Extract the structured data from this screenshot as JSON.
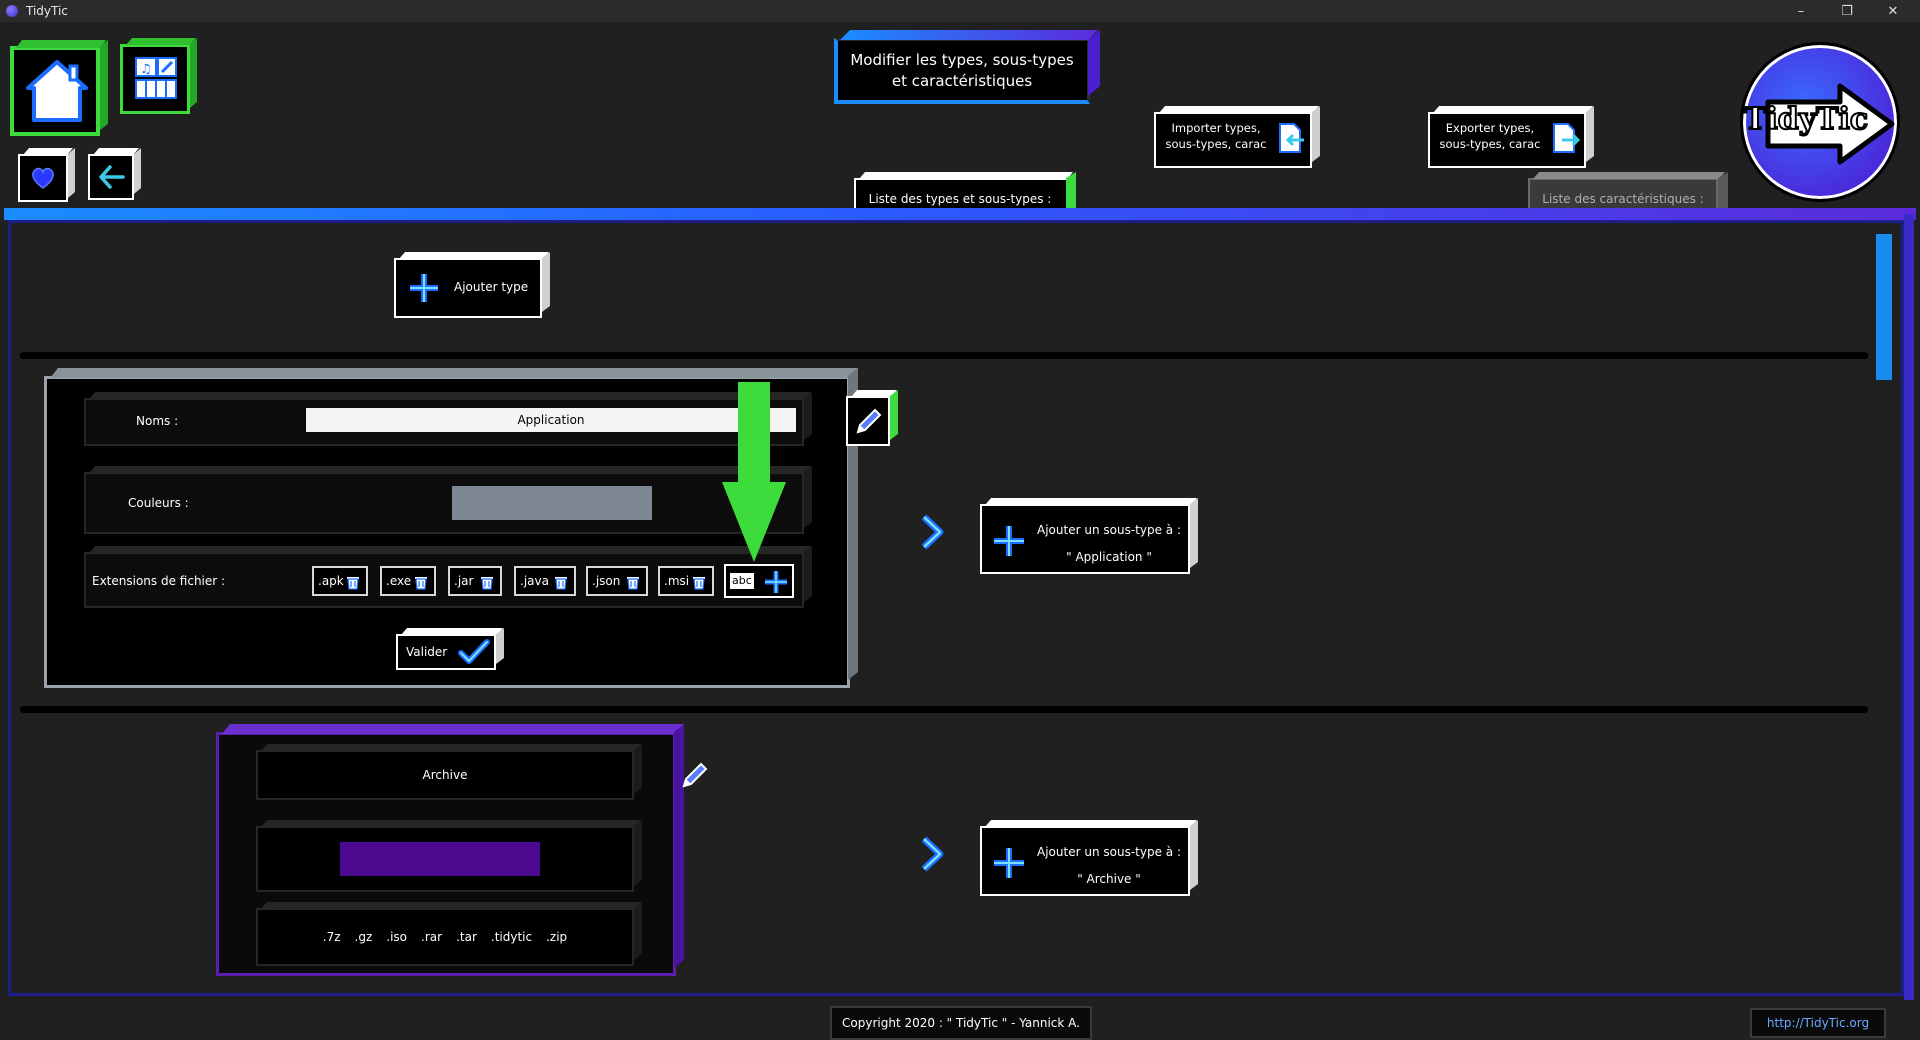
{
  "window": {
    "title": "TidyTic",
    "controls": {
      "minimize": "–",
      "restore": "❐",
      "close": "✕"
    }
  },
  "header": {
    "page_title_line1": "Modifier les types, sous-types",
    "page_title_line2": "et caractéristiques",
    "import_label_line1": "Importer types,",
    "import_label_line2": "sous-types, carac",
    "export_label_line1": "Exporter types,",
    "export_label_line2": "sous-types, carac",
    "logo_text": "TidyTic"
  },
  "nav": {
    "home_icon": "home-icon",
    "media_icon": "media-icon",
    "favorite_icon": "heart-icon",
    "back_icon": "back-arrow-icon"
  },
  "tabs": [
    {
      "label": "Liste des types et sous-types :",
      "active": true
    },
    {
      "label": "Liste des caractéristiques :",
      "active": false
    }
  ],
  "main": {
    "add_type_label": "Ajouter type",
    "types": [
      {
        "name_label": "Noms :",
        "name_value": "Application",
        "color_label": "Couleurs :",
        "color": "#7d8793",
        "extensions_label": "Extensions de fichier :",
        "extensions": [
          ".apk",
          ".exe",
          ".jar",
          ".java",
          ".json",
          ".msi"
        ],
        "new_extension_placeholder": "abc",
        "validate_label": "Valider",
        "add_subtype_line1": "Ajouter un sous-type à :",
        "add_subtype_line2": "\" Application \""
      },
      {
        "name_value": "Archive",
        "color": "#4b0a8f",
        "extensions": [
          ".7z",
          ".gz",
          ".iso",
          ".rar",
          ".tar",
          ".tidytic",
          ".zip"
        ],
        "add_subtype_line1": "Ajouter un sous-type à :",
        "add_subtype_line2": "\" Archive \""
      }
    ]
  },
  "footer": {
    "copyright": "Copyright 2020 : \" TidyTic \" - Yannick A.",
    "link": "http://TidyTic.org"
  },
  "colors": {
    "background": "#202020",
    "accent_blue": "#1a8cf0",
    "accent_purple": "#5b2bdb",
    "accent_green": "#3ddc3d"
  }
}
